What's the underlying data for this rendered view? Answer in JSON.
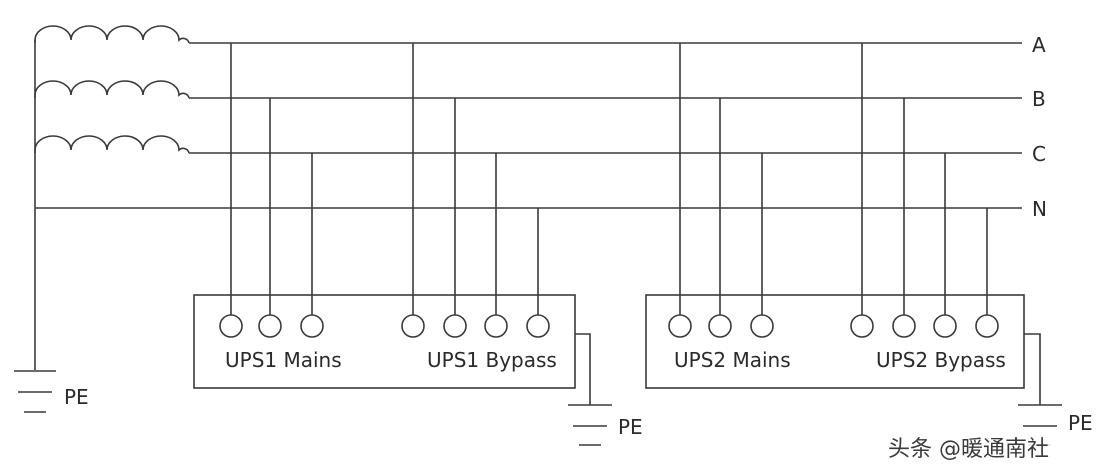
{
  "buses": [
    {
      "id": "A",
      "label": "A"
    },
    {
      "id": "B",
      "label": "B"
    },
    {
      "id": "C",
      "label": "C"
    },
    {
      "id": "N",
      "label": "N"
    }
  ],
  "ground_label": "PE",
  "ups_units": [
    {
      "name": "UPS1",
      "mains_label": "UPS1 Mains",
      "bypass_label": "UPS1 Bypass",
      "mains_connections": [
        "A",
        "B",
        "C"
      ],
      "bypass_connections": [
        "A",
        "B",
        "C",
        "N"
      ]
    },
    {
      "name": "UPS2",
      "mains_label": "UPS2 Mains",
      "bypass_label": "UPS2 Bypass",
      "mains_connections": [
        "A",
        "B",
        "C"
      ],
      "bypass_connections": [
        "A",
        "B",
        "C",
        "N"
      ]
    }
  ],
  "watermark": "头条 @暖通南社"
}
